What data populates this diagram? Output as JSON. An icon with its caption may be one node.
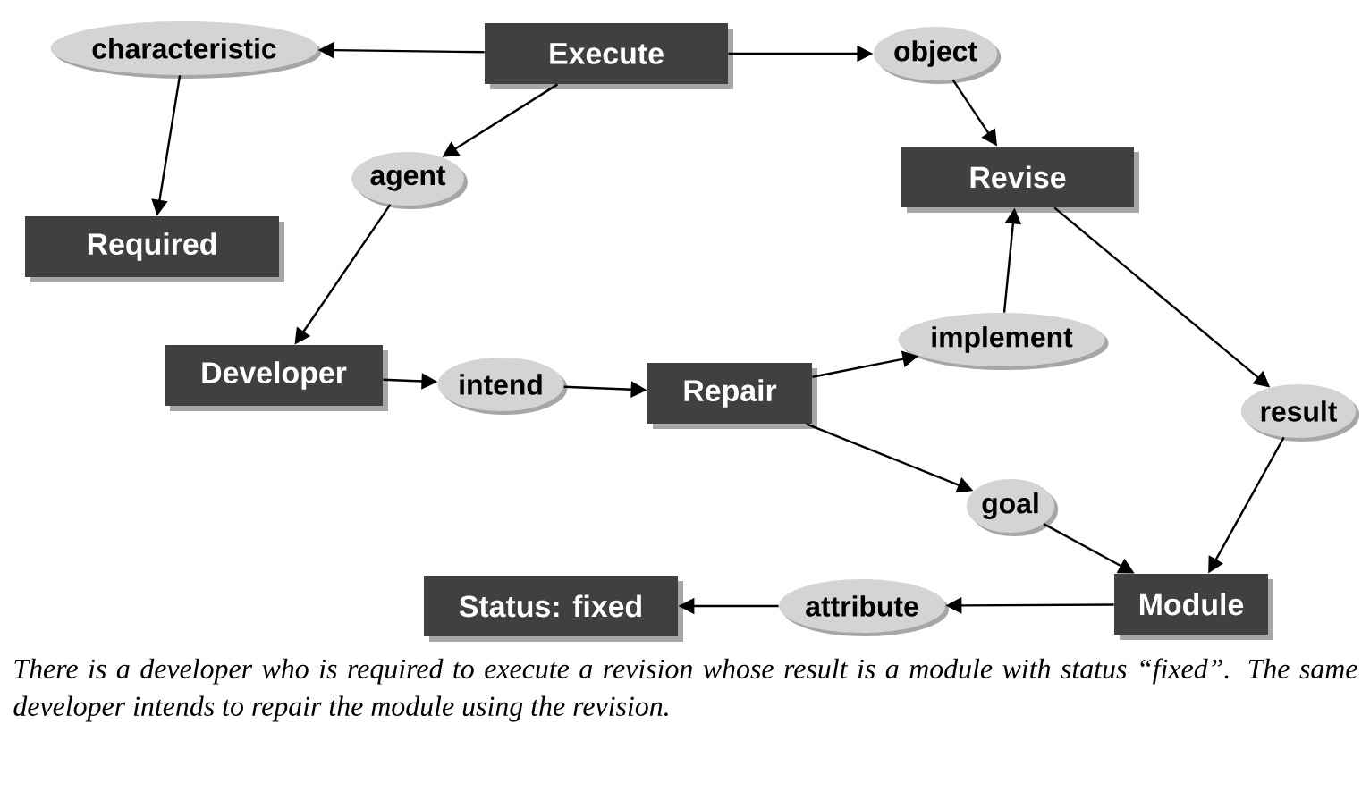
{
  "diagram": {
    "caption": "There is a developer who is required to execute a revision whose result is a module with status “fixed”. The same developer intends to repair the module using the revision.",
    "nodes": [
      {
        "text": [
          "characteristic"
        ]
      },
      {
        "text": [
          "Execute"
        ]
      },
      {
        "text": [
          "object"
        ]
      },
      {
        "text": [
          "agent"
        ]
      },
      {
        "text": [
          "Revise"
        ]
      },
      {
        "text": [
          "Required"
        ]
      },
      {
        "text": [
          "Developer"
        ]
      },
      {
        "text": [
          "intend"
        ]
      },
      {
        "text": [
          "Repair"
        ]
      },
      {
        "text": [
          "implement"
        ]
      },
      {
        "text": [
          "result"
        ]
      },
      {
        "text": [
          "goal"
        ]
      },
      {
        "text": [
          "Status: fixed"
        ]
      },
      {
        "text": [
          "attribute"
        ]
      },
      {
        "text": [
          "Module"
        ]
      }
    ],
    "edges": [
      {
        "from": 1,
        "to": 0,
        "arrow": "to"
      },
      {
        "from": 0,
        "to": 5,
        "arrow": "to"
      },
      {
        "from": 1,
        "to": 2,
        "arrow": "to"
      },
      {
        "from": 2,
        "to": 4,
        "arrow": "to"
      },
      {
        "from": 1,
        "to": 3,
        "arrow": "to"
      },
      {
        "from": 3,
        "to": 6,
        "arrow": "to"
      },
      {
        "from": 6,
        "to": 7,
        "arrow": "to"
      },
      {
        "from": 7,
        "to": 8,
        "arrow": "to"
      },
      {
        "from": 8,
        "to": 9,
        "arrow": "to"
      },
      {
        "from": 9,
        "to": 4,
        "arrow": "to"
      },
      {
        "from": 4,
        "to": 10,
        "arrow": "to"
      },
      {
        "from": 8,
        "to": 11,
        "arrow": "to"
      },
      {
        "from": 11,
        "to": 14,
        "arrow": "to"
      },
      {
        "from": 10,
        "to": 14,
        "arrow": "to"
      },
      {
        "from": 14,
        "to": 13,
        "arrow": "to"
      },
      {
        "from": 13,
        "to": 12,
        "arrow": "to"
      }
    ]
  }
}
